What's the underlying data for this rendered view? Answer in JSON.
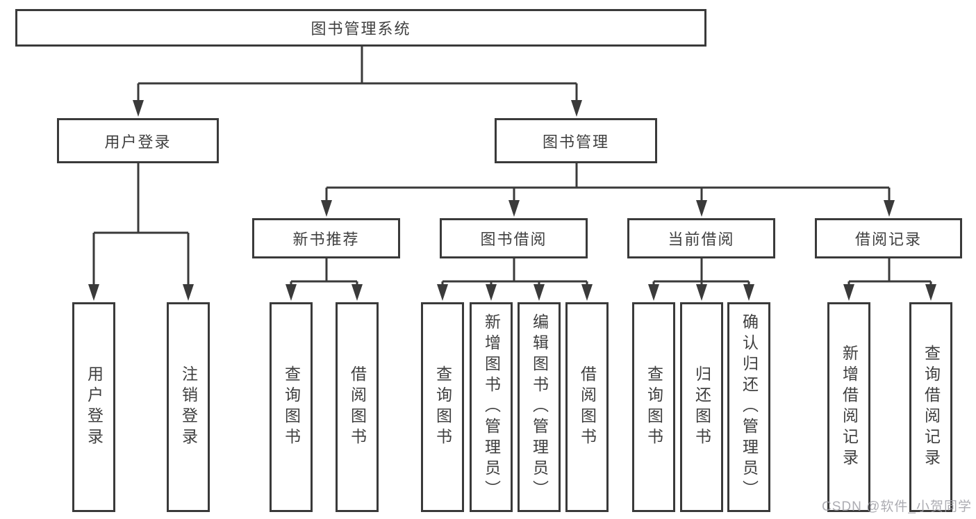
{
  "diagram_title": "图书管理系统",
  "tree": {
    "label": "图书管理系统",
    "children": [
      {
        "label": "用户登录",
        "children": [
          {
            "label": "用户登录"
          },
          {
            "label": "注销登录"
          }
        ]
      },
      {
        "label": "图书管理",
        "children": [
          {
            "label": "新书推荐",
            "children": [
              {
                "label": "查询图书"
              },
              {
                "label": "借阅图书"
              }
            ]
          },
          {
            "label": "图书借阅",
            "children": [
              {
                "label": "查询图书"
              },
              {
                "label": "新增图书（管理员）"
              },
              {
                "label": "编辑图书（管理员）"
              },
              {
                "label": "借阅图书"
              }
            ]
          },
          {
            "label": "当前借阅",
            "children": [
              {
                "label": "查询图书"
              },
              {
                "label": "归还图书"
              },
              {
                "label": "确认归还（管理员）"
              }
            ]
          },
          {
            "label": "借阅记录",
            "children": [
              {
                "label": "新增借阅记录"
              },
              {
                "label": "查询借阅记录"
              }
            ]
          }
        ]
      }
    ]
  },
  "watermark": "CSDN @软件_小贺同学",
  "colors": {
    "line": "#3a3a3a",
    "text": "#3f3f3f",
    "box_fill": "#ffffff",
    "watermark": "#9e9ea4"
  }
}
